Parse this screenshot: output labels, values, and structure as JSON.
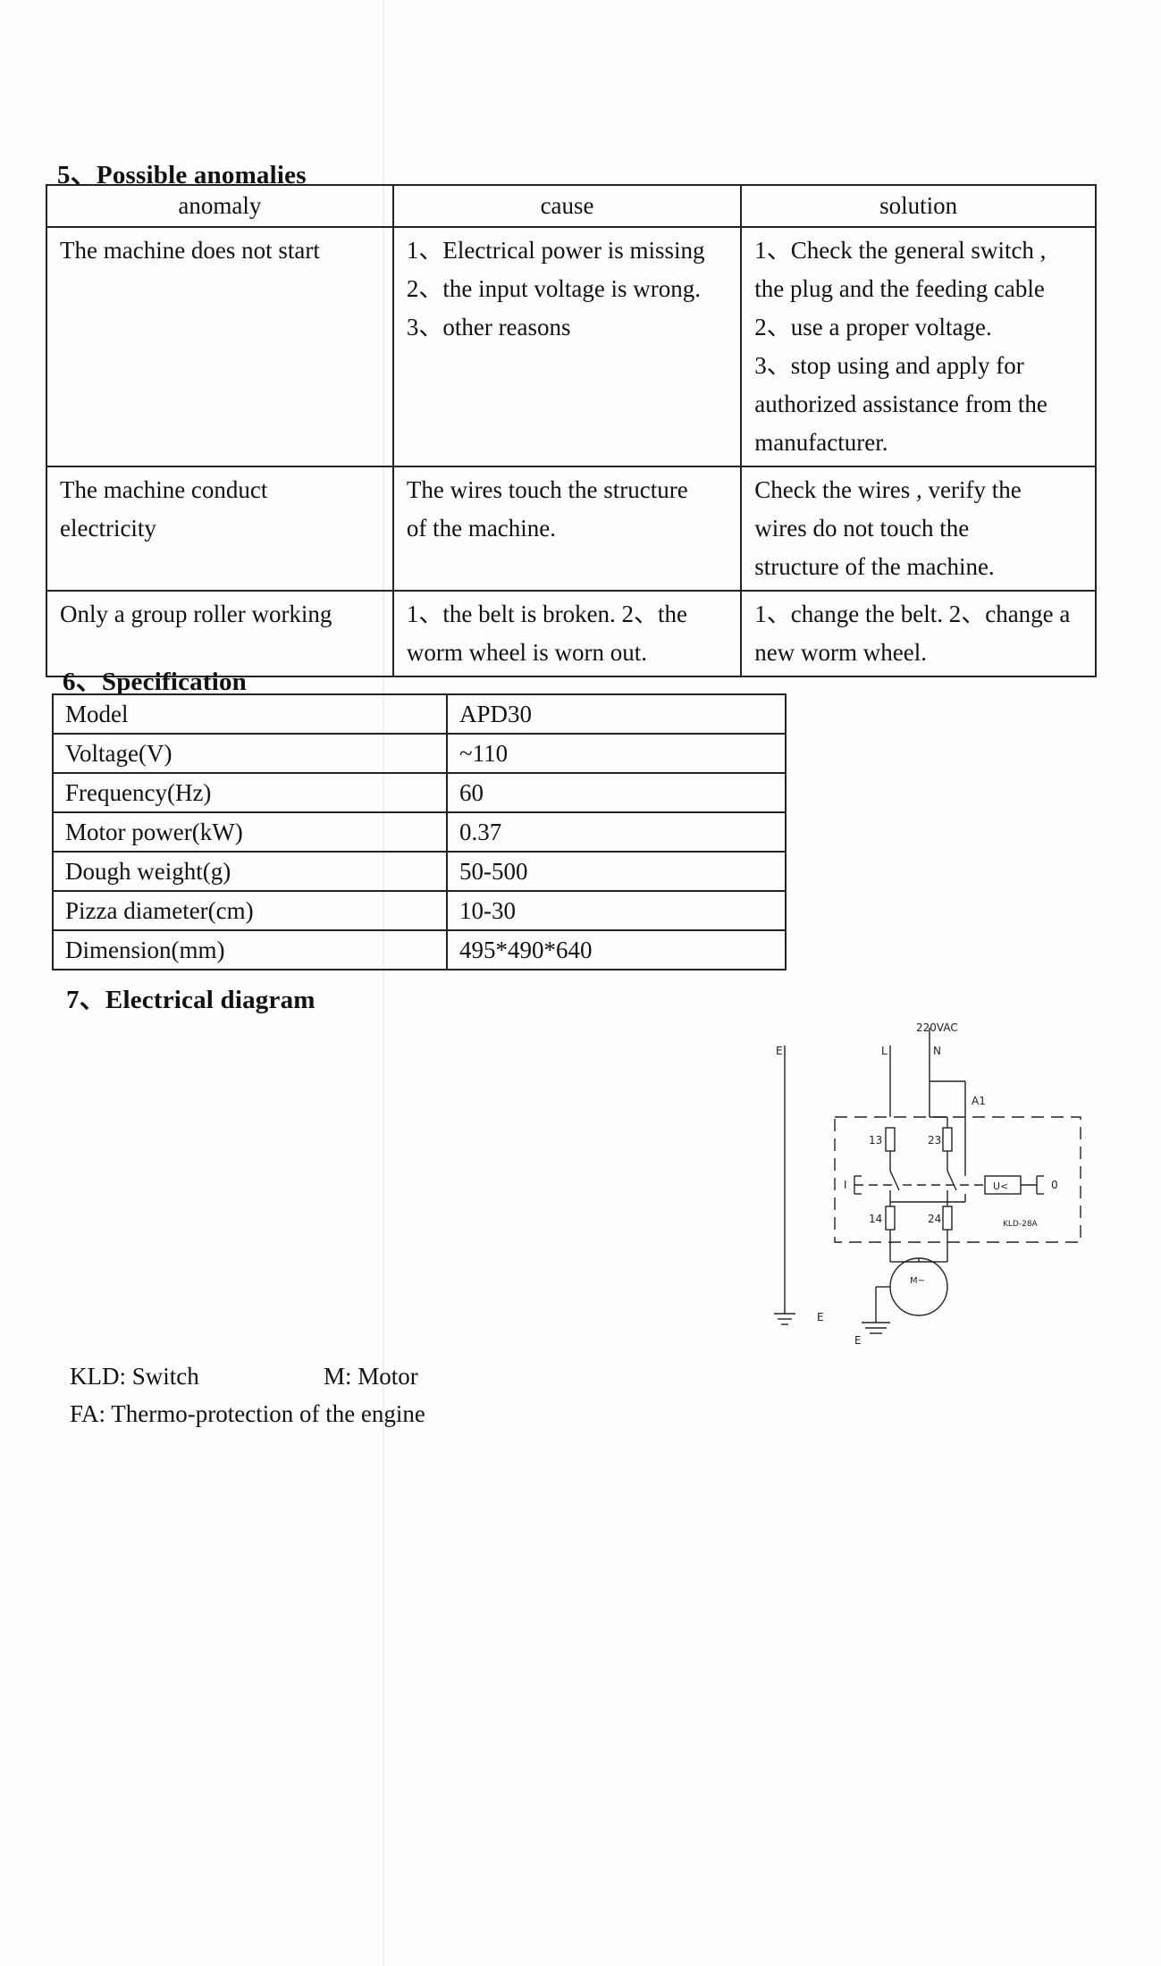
{
  "section5": {
    "heading": "5、Possible anomalies",
    "headers": {
      "anomaly": "anomaly",
      "cause": "cause",
      "solution": "solution"
    },
    "rows": [
      {
        "anomaly": [
          "The machine does not start"
        ],
        "cause": [
          "1、Electrical power is missing",
          "2、the input voltage is wrong.",
          "3、other reasons"
        ],
        "solution": [
          "1、Check the general switch ,",
          "the plug and the feeding cable",
          "2、use a proper voltage.",
          "3、stop using and apply for",
          "authorized assistance from the",
          "manufacturer."
        ]
      },
      {
        "anomaly": [
          "The machine conduct",
          "electricity"
        ],
        "cause": [
          "The wires touch the structure",
          "of the machine."
        ],
        "solution": [
          "Check the wires , verify the",
          "wires do not touch the",
          "structure of the machine."
        ]
      },
      {
        "anomaly": [
          "Only a group roller working"
        ],
        "cause": [
          "1、the belt is broken. 2、the",
          "worm wheel is worn out."
        ],
        "solution": [
          "1、change the belt. 2、change a",
          "new worm wheel."
        ]
      }
    ]
  },
  "section6": {
    "heading": "6、Specification",
    "rows": [
      {
        "label": "Model",
        "value": "APD30"
      },
      {
        "label": "Voltage(V)",
        "value": "~110"
      },
      {
        "label": "Frequency(Hz)",
        "value": "60"
      },
      {
        "label": "Motor power(kW)",
        "value": "0.37"
      },
      {
        "label": "Dough weight(g)",
        "value": "50-500"
      },
      {
        "label": "Pizza diameter(cm)",
        "value": "10-30"
      },
      {
        "label": "Dimension(mm)",
        "value": "495*490*640"
      }
    ]
  },
  "section7": {
    "heading": "7、Electrical diagram",
    "diagram_labels": {
      "supply": "220VAC",
      "line": "L",
      "neutral": "N",
      "earth": "E",
      "a1": "A1",
      "contact_13": "13",
      "contact_23": "23",
      "contact_14": "14",
      "contact_24": "24",
      "pos_i": "I",
      "pos_o": "0",
      "coil": "U<",
      "switch_model": "KLD-28A",
      "motor": "M~"
    },
    "legend": {
      "kld": "KLD: Switch",
      "m": "M: Motor",
      "fa": "FA: Thermo-protection of the engine"
    }
  }
}
